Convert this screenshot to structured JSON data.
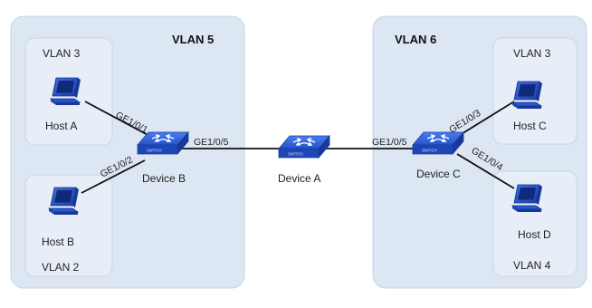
{
  "groups": {
    "left_vlan": "VLAN 5",
    "right_vlan": "VLAN 6",
    "host_a_vlan": "VLAN 3",
    "host_b_vlan": "VLAN 2",
    "host_c_vlan": "VLAN 3",
    "host_d_vlan": "VLAN 4"
  },
  "devices": {
    "device_a": "Device A",
    "device_b": "Device B",
    "device_c": "Device C",
    "switch_tag": "SWITCH"
  },
  "hosts": {
    "host_a": "Host A",
    "host_b": "Host B",
    "host_c": "Host C",
    "host_d": "Host D"
  },
  "ports": {
    "b_to_host_a": "GE1/0/1",
    "b_to_host_b": "GE1/0/2",
    "b_to_a": "GE1/0/5",
    "c_to_a": "GE1/0/5",
    "c_to_host_c": "GE1/0/3",
    "c_to_host_d": "GE1/0/4"
  },
  "colors": {
    "outer_region": "#dde6f3",
    "inner_region": "#e8eef7",
    "region_border": "#c8d4e6",
    "device": "#1f4fd0",
    "link": "#111111"
  },
  "icons": {
    "switch": "network-switch-icon",
    "host": "desktop-computer-icon"
  }
}
